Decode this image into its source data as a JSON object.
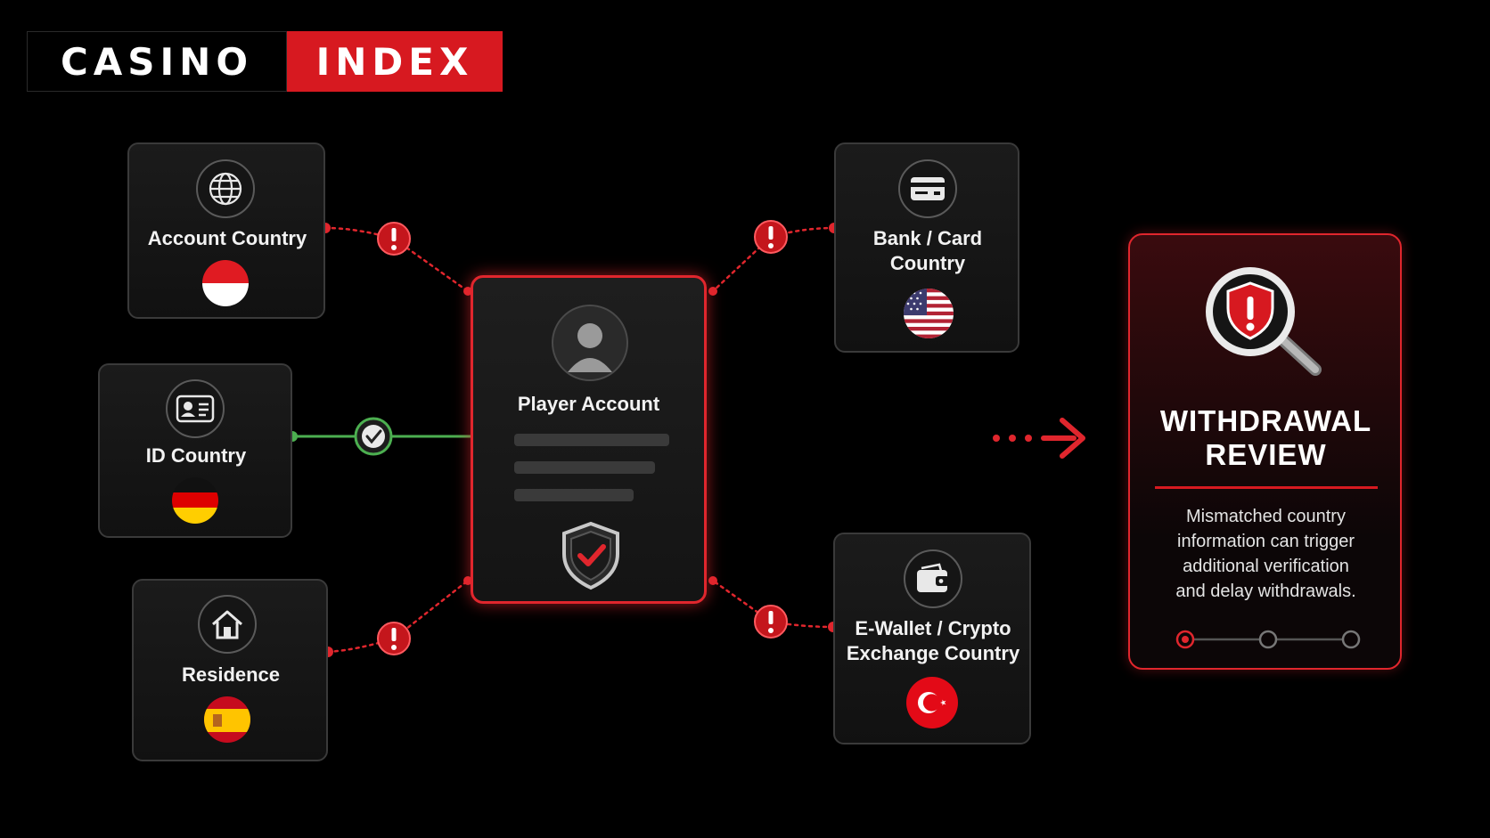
{
  "logo": {
    "word1": "CASINO",
    "word2": "INDEX"
  },
  "nodes": {
    "account_country": {
      "label": "Account Country",
      "flag": "Indonesia",
      "status": "mismatch"
    },
    "id_country": {
      "label": "ID Country",
      "flag": "Germany",
      "status": "match"
    },
    "residence": {
      "label": "Residence",
      "flag": "Spain",
      "status": "mismatch"
    },
    "bank_card_country": {
      "label_line1": "Bank / Card",
      "label_line2": "Country",
      "flag": "United States",
      "status": "mismatch"
    },
    "ewallet_country": {
      "label_line1": "E-Wallet / Crypto",
      "label_line2": "Exchange Country",
      "flag": "Turkey",
      "status": "mismatch"
    }
  },
  "center": {
    "label": "Player Account"
  },
  "review": {
    "title_line1": "WITHDRAWAL",
    "title_line2": "REVIEW",
    "text_line1": "Mismatched country",
    "text_line2": "information can trigger",
    "text_line3": "additional verification",
    "text_line4": "and delay withdrawals.",
    "progress_step": 1,
    "progress_total": 3
  },
  "colors": {
    "accent": "#e0262d",
    "ok": "#4caf50",
    "background": "#000000"
  },
  "icons": [
    "globe-icon",
    "id-card-icon",
    "house-icon",
    "credit-card-icon",
    "wallet-icon",
    "user-icon",
    "shield-check-icon",
    "shield-alert-magnifier-icon",
    "alert-icon",
    "check-icon",
    "arrow-right-icon"
  ]
}
